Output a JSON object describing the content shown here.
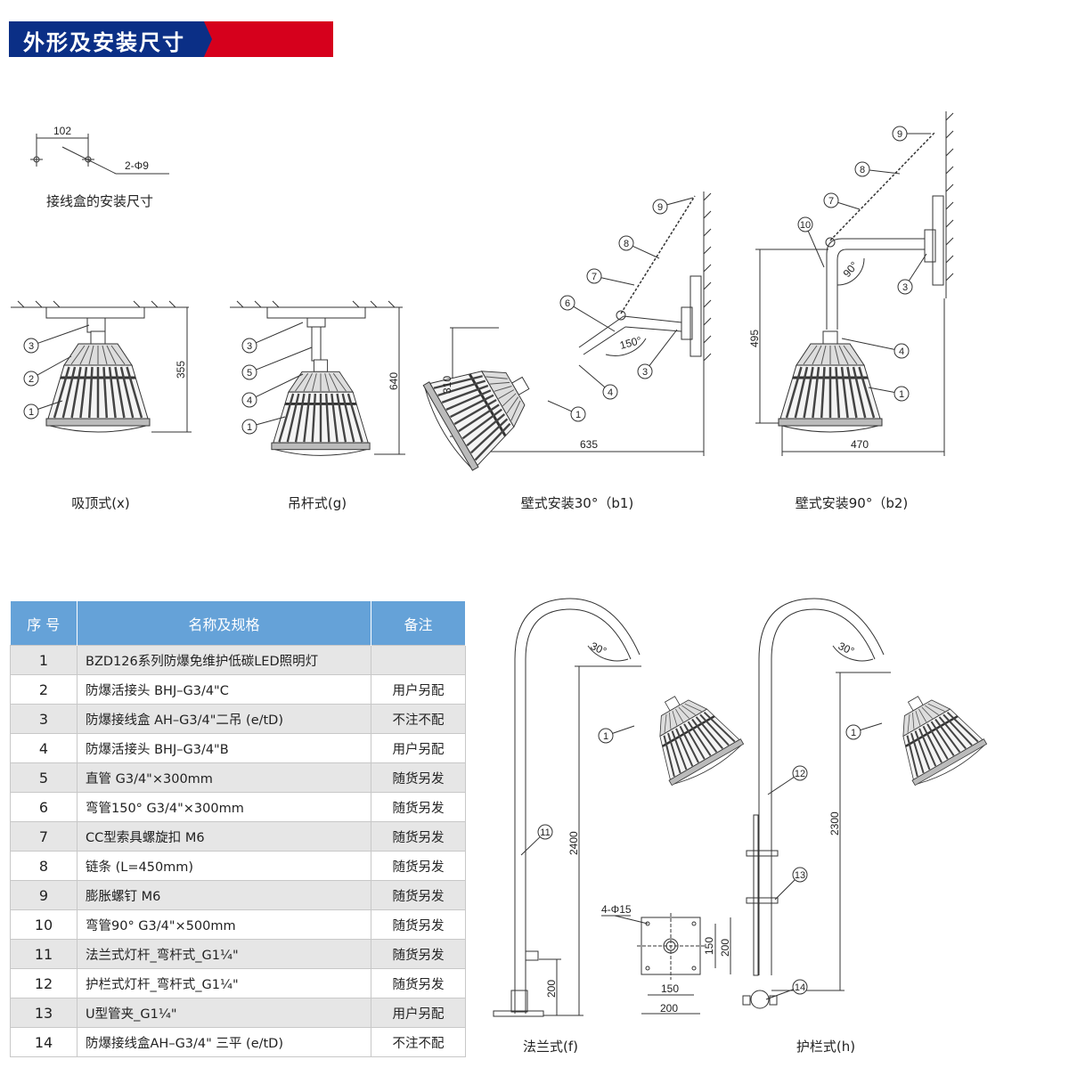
{
  "header": {
    "title": "外形及安装尺寸"
  },
  "junction_box": {
    "dim": "102",
    "holes": "2-Φ9",
    "caption": "接线盒的安装尺寸"
  },
  "drawings": {
    "x": {
      "caption": "吸顶式(x)",
      "dim": "355",
      "callouts": [
        "3",
        "2",
        "1"
      ]
    },
    "g": {
      "caption": "吊杆式(g)",
      "dim": "640",
      "callouts": [
        "3",
        "5",
        "4",
        "1"
      ]
    },
    "b1": {
      "caption": "壁式安装30°（b1)",
      "dim_h": "310",
      "dim_w": "635",
      "angle": "150°",
      "callouts": [
        "9",
        "8",
        "7",
        "6",
        "4",
        "3",
        "1"
      ]
    },
    "b2": {
      "caption": "壁式安装90°（b2)",
      "dim_h": "495",
      "dim_w": "470",
      "angle": "90°",
      "callouts": [
        "9",
        "8",
        "7",
        "10",
        "3",
        "4",
        "1"
      ]
    },
    "f": {
      "caption": "法兰式(f)",
      "dim_h": "2400",
      "dim_box": "200",
      "angle": "30°",
      "callouts": [
        "1",
        "11"
      ]
    },
    "flange": {
      "holes": "4-Φ15",
      "dim_inner_v": "150",
      "dim_outer_v": "200",
      "dim_inner_h": "150",
      "dim_outer_h": "200"
    },
    "h": {
      "caption": "护栏式(h)",
      "dim_h": "2300",
      "angle": "30°",
      "callouts": [
        "1",
        "12",
        "13",
        "14"
      ]
    }
  },
  "table": {
    "headers": [
      "序 号",
      "名称及规格",
      "备注"
    ],
    "rows": [
      {
        "no": "1",
        "name": "BZD126系列防爆免维护低碳LED照明灯",
        "note": ""
      },
      {
        "no": "2",
        "name": "防爆活接头 BHJ–G3/4\"C",
        "note": "用户另配"
      },
      {
        "no": "3",
        "name": "防爆接线盒 AH–G3/4\"二吊 (e/tD)",
        "note": "不注不配"
      },
      {
        "no": "4",
        "name": "防爆活接头 BHJ–G3/4\"B",
        "note": "用户另配"
      },
      {
        "no": "5",
        "name": "直管 G3/4\"×300mm",
        "note": "随货另发"
      },
      {
        "no": "6",
        "name": "弯管150°  G3/4\"×300mm",
        "note": "随货另发"
      },
      {
        "no": "7",
        "name": "CC型索具螺旋扣 M6",
        "note": "随货另发"
      },
      {
        "no": "8",
        "name": "链条 (L=450mm)",
        "note": "随货另发"
      },
      {
        "no": "9",
        "name": "膨胀螺钉 M6",
        "note": "随货另发"
      },
      {
        "no": "10",
        "name": "弯管90°  G3/4\"×500mm",
        "note": "随货另发"
      },
      {
        "no": "11",
        "name": "法兰式灯杆_弯杆式_G1¼\"",
        "note": "随货另发"
      },
      {
        "no": "12",
        "name": "护栏式灯杆_弯杆式_G1¼\"",
        "note": "随货另发"
      },
      {
        "no": "13",
        "name": "U型管夹_G1¼\"",
        "note": "用户另配"
      },
      {
        "no": "14",
        "name": "防爆接线盒AH–G3/4\" 三平 (e/tD)",
        "note": "不注不配"
      }
    ]
  }
}
